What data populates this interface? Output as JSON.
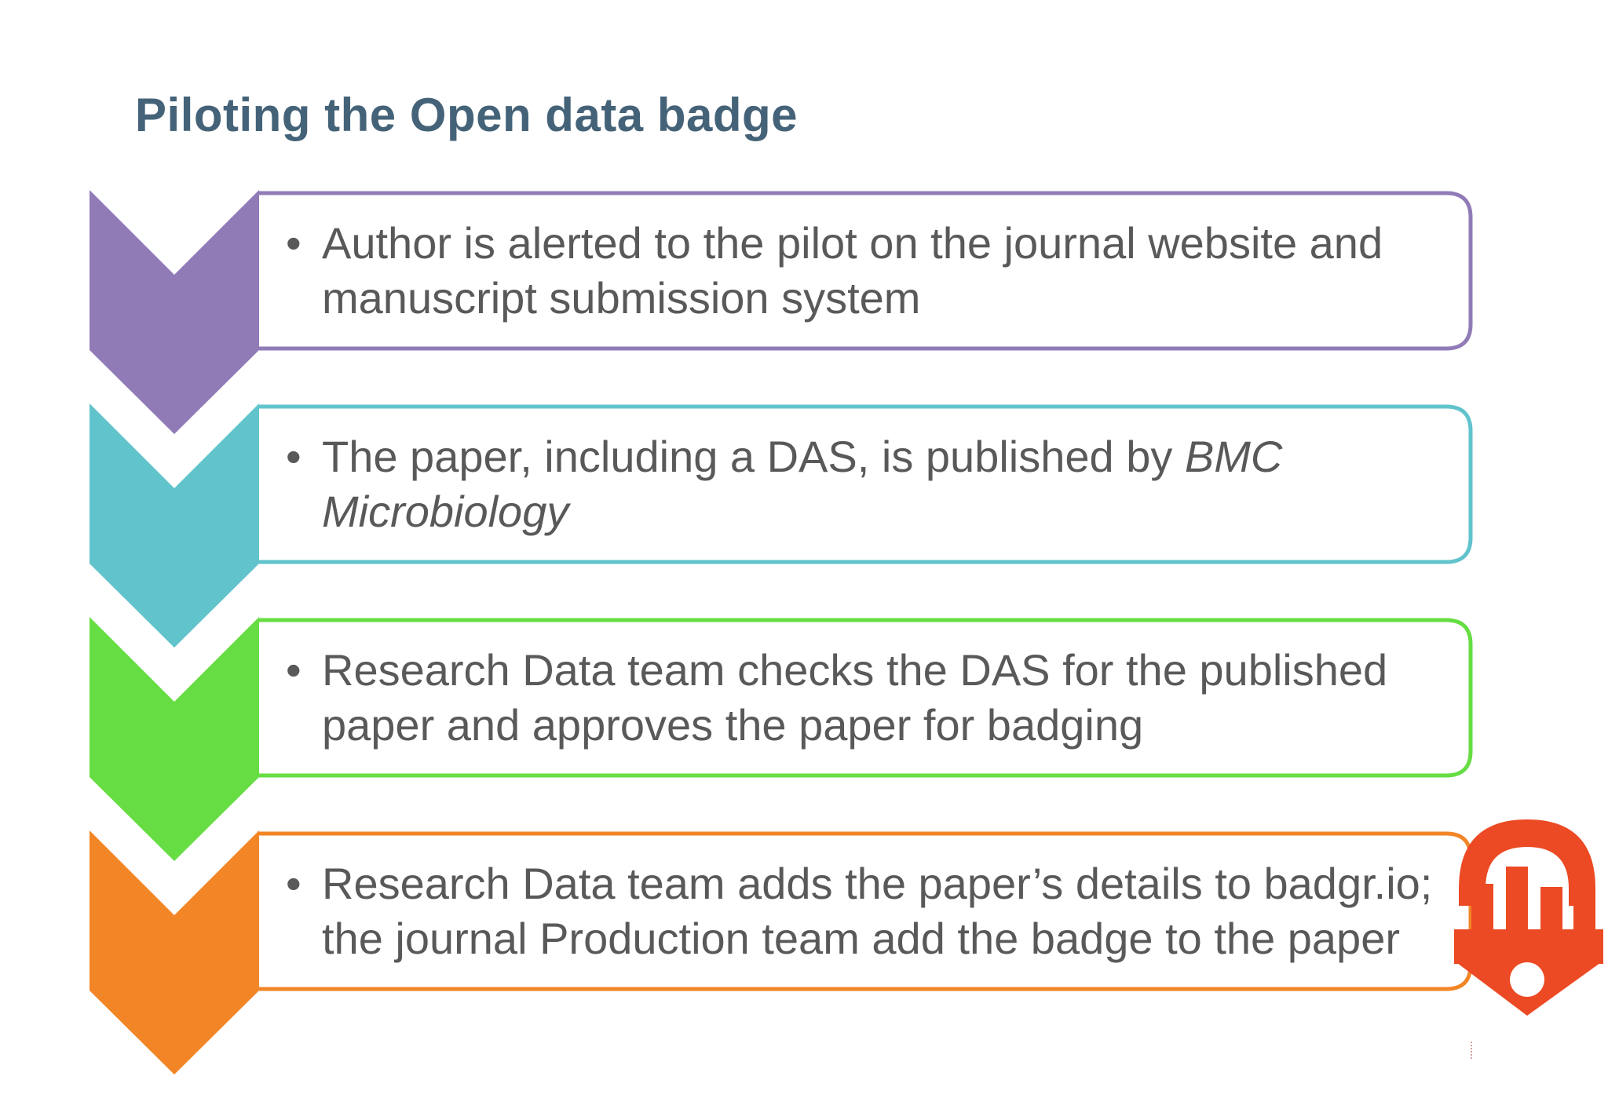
{
  "title": "Piloting the Open data badge",
  "colors": {
    "title": "#456378",
    "text": "#595959",
    "step1": "#907BB7",
    "step2": "#61C3CC",
    "step3": "#66DD42",
    "step4": "#F28627",
    "badge": "#EC4A24"
  },
  "steps": [
    {
      "bullet": "•",
      "line1": "Author is alerted to the pilot on the journal website and",
      "line2": "manuscript submission system"
    },
    {
      "bullet": "•",
      "line1_plain": "The paper, including a DAS, is published by ",
      "line1_italic": "BMC",
      "line2_italic": "Microbiology"
    },
    {
      "bullet": "•",
      "line1": "Research Data team checks the DAS for the published",
      "line2": "paper and approves the paper for badging"
    },
    {
      "bullet": "•",
      "line1": "Research Data team adds the paper’s details to badgr.io;",
      "line2": "the journal Production team add the badge to the paper"
    }
  ],
  "icons": {
    "badge": "open-data-badge-icon"
  }
}
